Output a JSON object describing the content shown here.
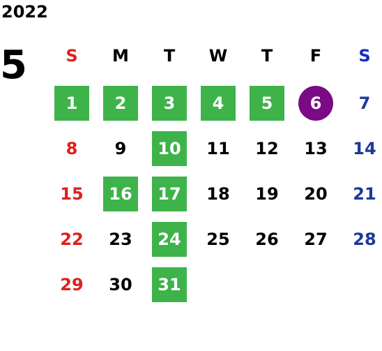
{
  "calendar": {
    "year": "2022",
    "month": "5",
    "weekdays": [
      {
        "label": "S",
        "color": "#e0201b"
      },
      {
        "label": "M",
        "color": "#000000"
      },
      {
        "label": "T",
        "color": "#000000"
      },
      {
        "label": "W",
        "color": "#000000"
      },
      {
        "label": "T",
        "color": "#000000"
      },
      {
        "label": "F",
        "color": "#000000"
      },
      {
        "label": "S",
        "color": "#1628c8"
      }
    ],
    "start_weekday": 0,
    "days": [
      {
        "d": "1",
        "mark": "green-square"
      },
      {
        "d": "2",
        "mark": "green-square"
      },
      {
        "d": "3",
        "mark": "green-square"
      },
      {
        "d": "4",
        "mark": "green-square"
      },
      {
        "d": "5",
        "mark": "green-square"
      },
      {
        "d": "6",
        "mark": "purple-circle"
      },
      {
        "d": "7"
      },
      {
        "d": "8"
      },
      {
        "d": "9"
      },
      {
        "d": "10",
        "mark": "green-square"
      },
      {
        "d": "11"
      },
      {
        "d": "12"
      },
      {
        "d": "13"
      },
      {
        "d": "14"
      },
      {
        "d": "15"
      },
      {
        "d": "16",
        "mark": "green-square"
      },
      {
        "d": "17",
        "mark": "green-square"
      },
      {
        "d": "18"
      },
      {
        "d": "19"
      },
      {
        "d": "20"
      },
      {
        "d": "21"
      },
      {
        "d": "22"
      },
      {
        "d": "23"
      },
      {
        "d": "24",
        "mark": "green-square"
      },
      {
        "d": "25"
      },
      {
        "d": "26"
      },
      {
        "d": "27"
      },
      {
        "d": "28"
      },
      {
        "d": "29"
      },
      {
        "d": "30"
      },
      {
        "d": "31",
        "mark": "green-square"
      }
    ],
    "colors": {
      "sunday": "#e0201b",
      "saturday": "#1a3a9a",
      "weekday": "#000000",
      "green_bg": "#3db34a",
      "purple_bg": "#7a0a86",
      "marked_text": "#ffffff"
    }
  }
}
